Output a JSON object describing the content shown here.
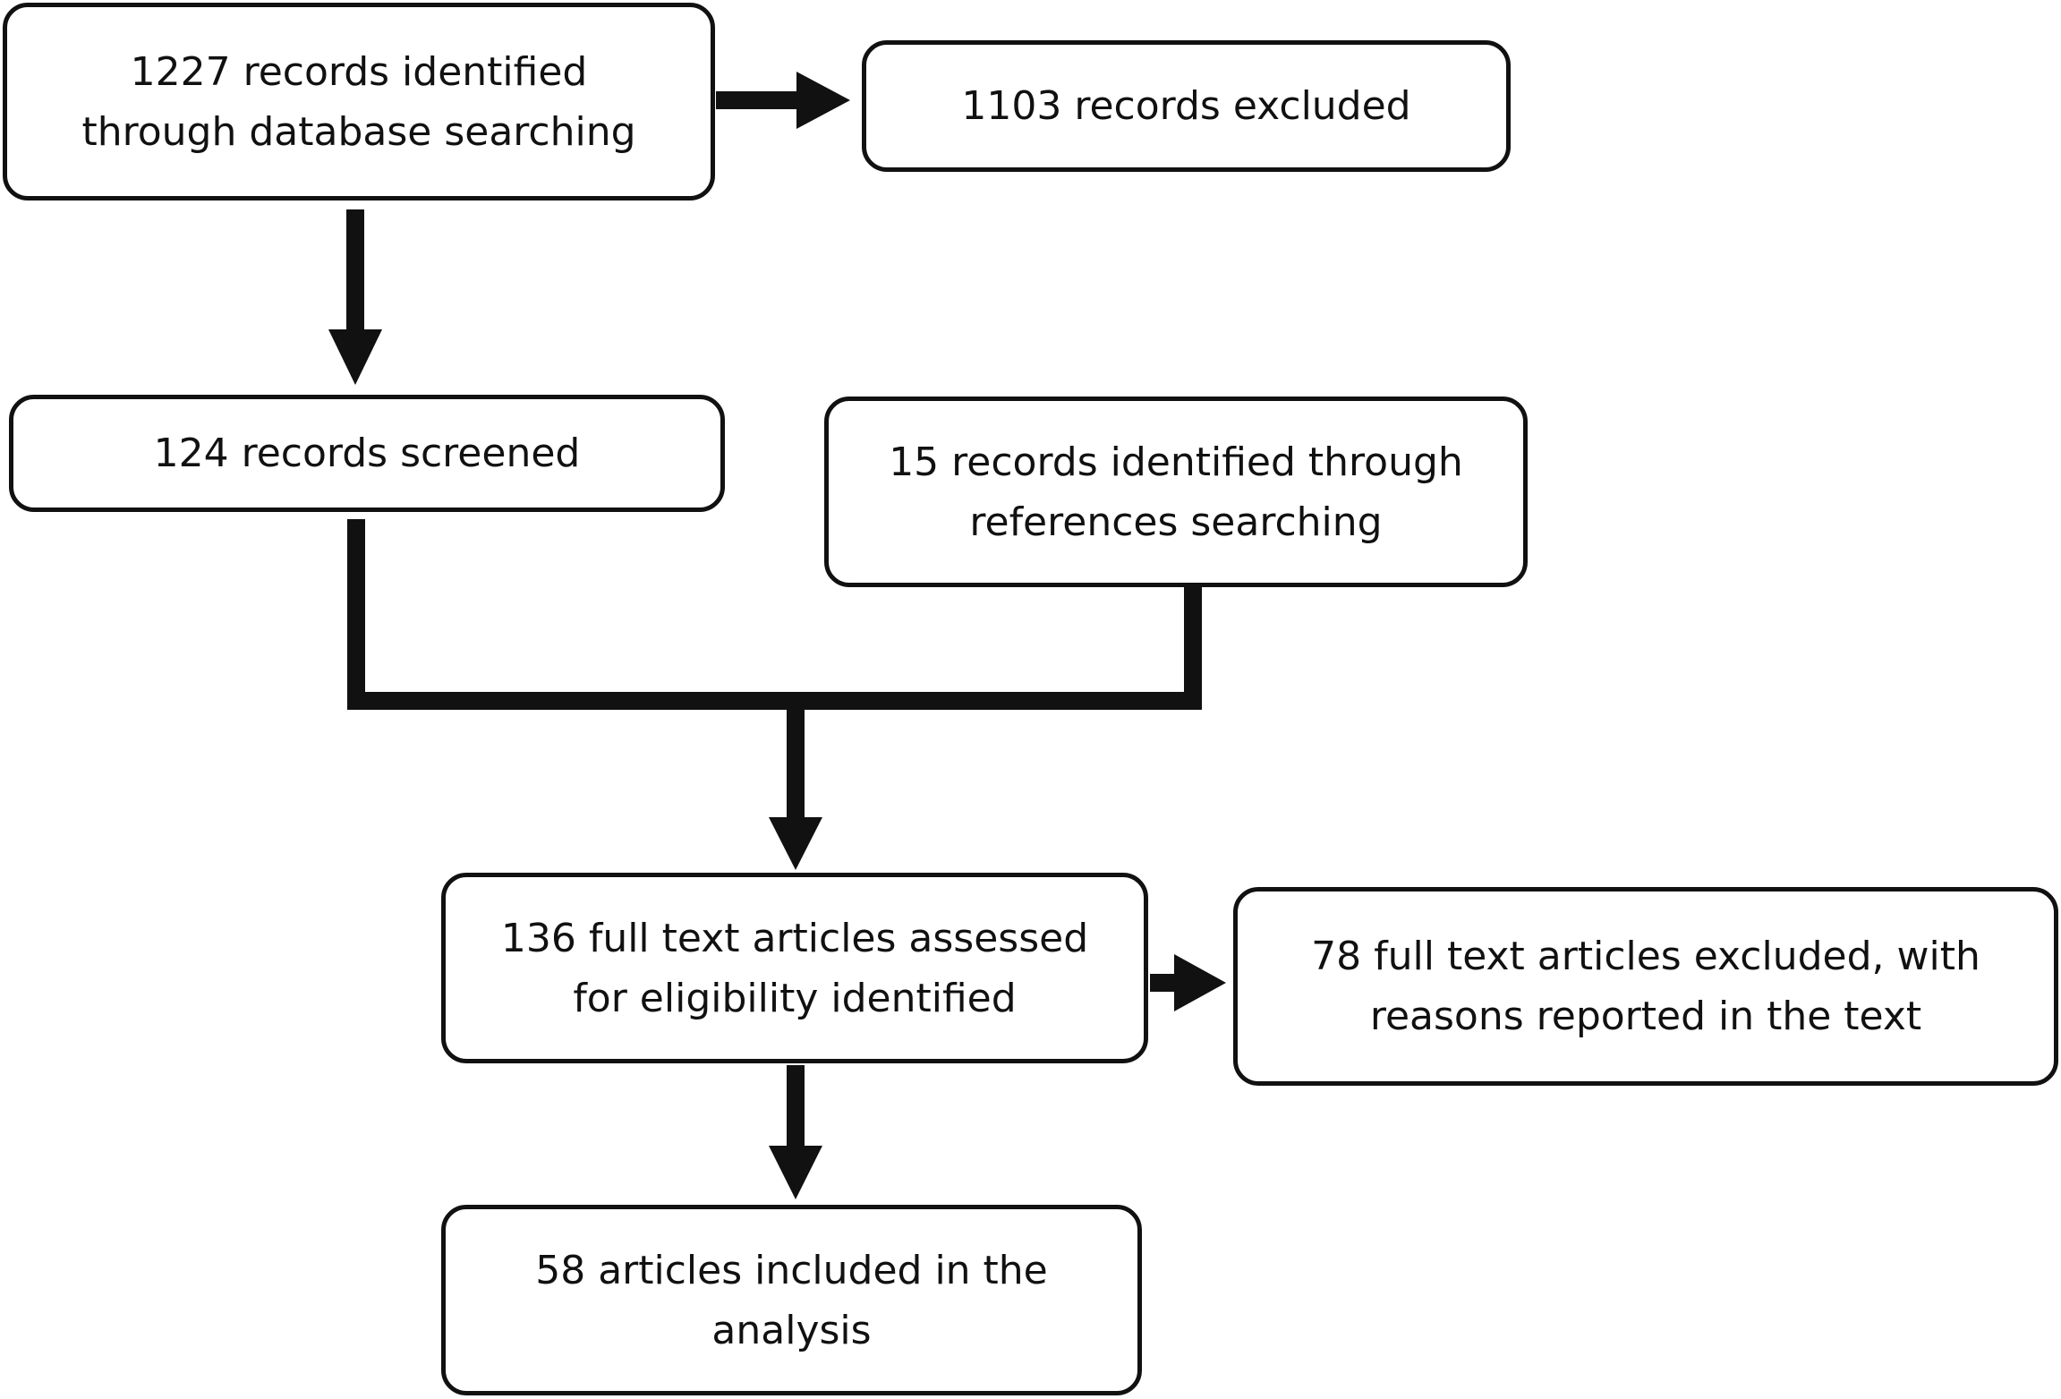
{
  "diagram": {
    "boxes": {
      "identified": "1227 records identified\nthrough database searching",
      "excluded": "1103 records excluded",
      "screened": "124 records screened",
      "references": "15 records identified through\nreferences searching",
      "fulltext_assessed": "136 full text articles assessed\nfor eligibility identified",
      "fulltext_excluded": "78 full text articles excluded, with\nreasons reported in the text",
      "included": "58 articles included in the\nanalysis"
    },
    "colors": {
      "stroke": "#111111",
      "background": "#ffffff"
    }
  }
}
